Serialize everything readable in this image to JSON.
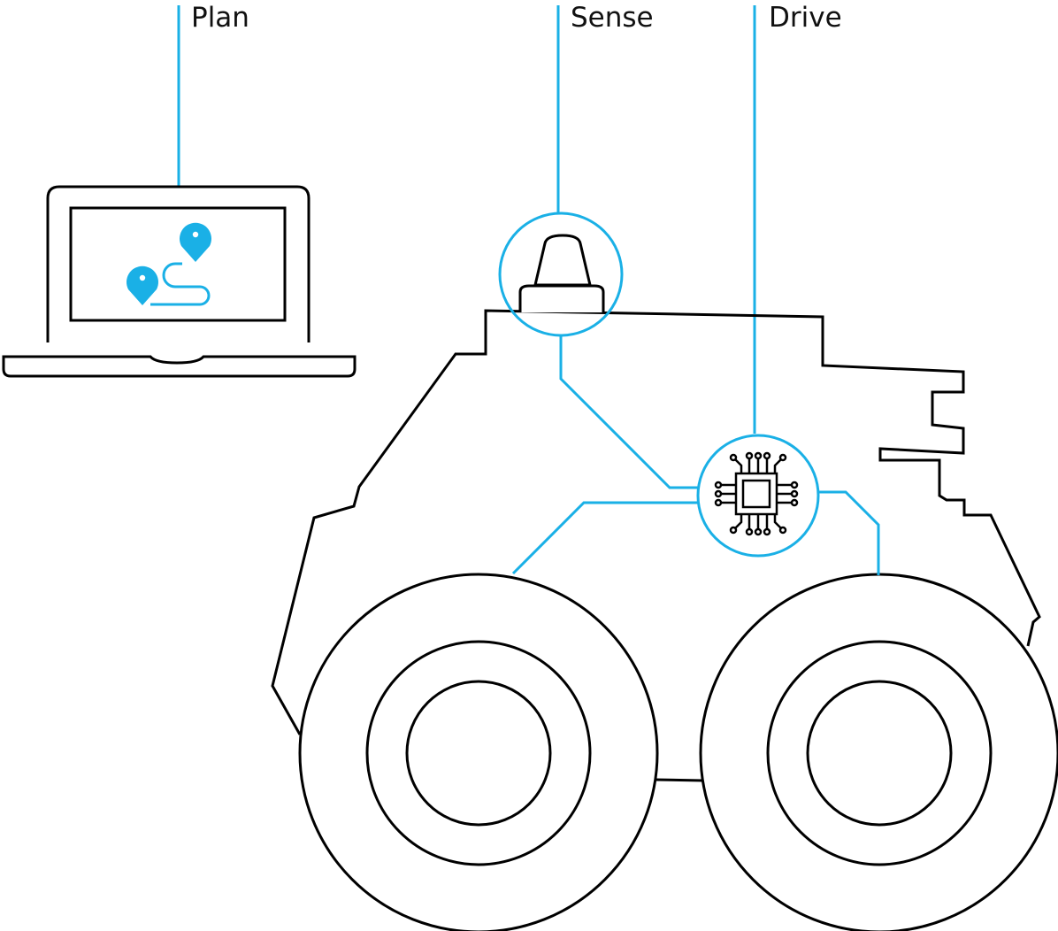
{
  "labels": {
    "plan": "Plan",
    "sense": "Sense",
    "drive": "Drive"
  },
  "colors": {
    "accent": "#1ab0e6",
    "outline": "#000000",
    "text": "#111111",
    "background": "#ffffff"
  },
  "icons": {
    "planner": "laptop-route-map-icon",
    "sensor": "lidar-sensor-icon",
    "controller": "microchip-icon"
  }
}
